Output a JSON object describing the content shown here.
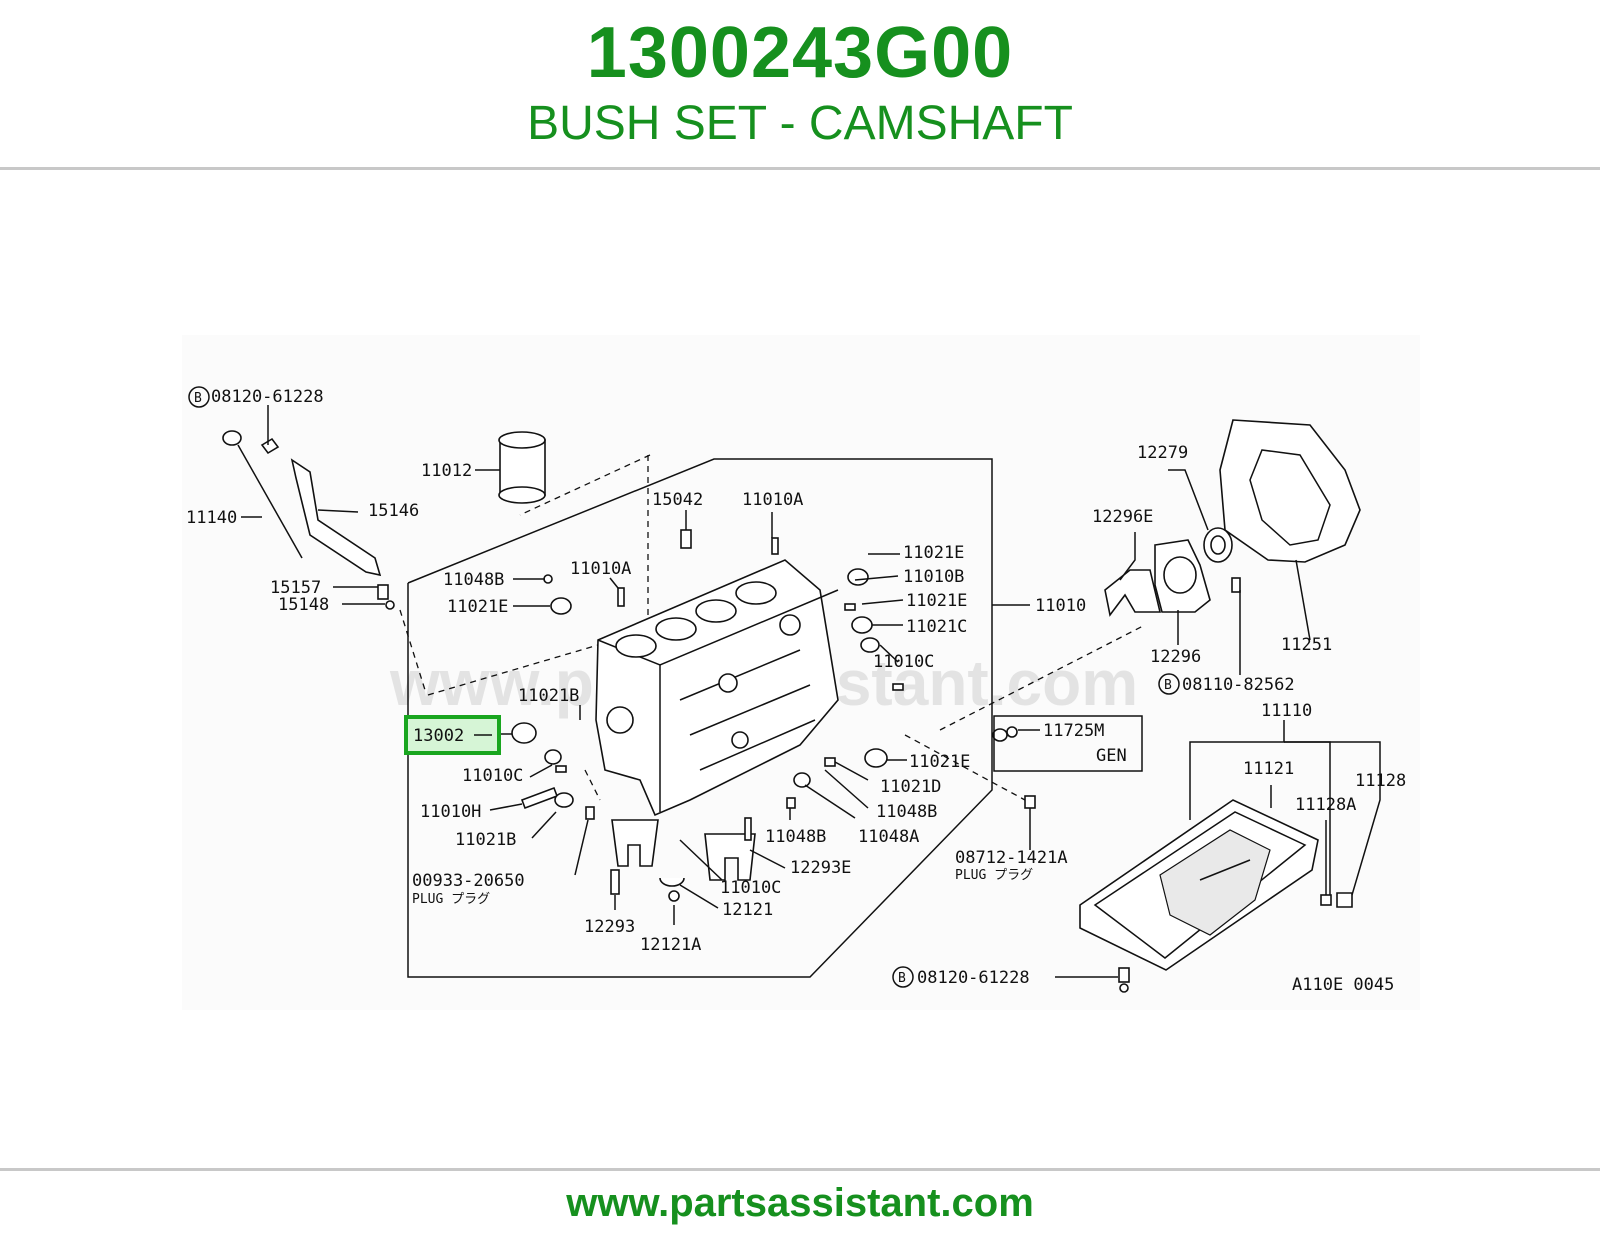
{
  "header": {
    "part_number": "1300243G00",
    "description": "BUSH SET - CAMSHAFT"
  },
  "footer": {
    "url": "www.partsassistant.com"
  },
  "diagram": {
    "watermark": "www.partsassistant.com",
    "drawing_code": "A110E 0045",
    "highlight_color": "#19a61f",
    "brand_color": "#16901e",
    "callouts": {
      "b_08120_61228_top": "08120-61228",
      "p11012": "11012",
      "p15042": "15042",
      "p11010A_top": "11010A",
      "p11140": "11140",
      "p15146": "15146",
      "p15157": "15157",
      "p15148": "15148",
      "p11048B_a": "11048B",
      "p11010A_b": "11010A",
      "p11021E_a": "11021E",
      "p11021E_b": "11021E",
      "p11010B": "11010B",
      "p11021E_c": "11021E",
      "p11021C": "11021C",
      "p11010C_a": "11010C",
      "p11010": "11010",
      "p11021B_a": "11021B",
      "p13002": "13002",
      "p11010C_b": "11010C",
      "p11010H": "11010H",
      "p11021B_b": "11021B",
      "p00933": "00933-20650",
      "plug_a": "PLUG プラグ",
      "p12293": "12293",
      "p12121A": "12121A",
      "p12121": "12121",
      "p11010C_c": "11010C",
      "p11048B_b": "11048B",
      "p12293E": "12293E",
      "p11048A": "11048A",
      "p11048B_c": "11048B",
      "p11021D": "11021D",
      "p11021E_d": "11021E",
      "p08712": "08712-1421A",
      "plug_b": "PLUG プラグ",
      "p11725M": "11725M",
      "gen": "GEN",
      "p12279": "12279",
      "p12296E": "12296E",
      "p12296": "12296",
      "p11251": "11251",
      "b_08110_82562": "08110-82562",
      "p11110": "11110",
      "p11121": "11121",
      "p11128": "11128",
      "p11128A": "11128A",
      "b_08120_61228_bottom": "08120-61228",
      "b_mark": "B"
    }
  }
}
